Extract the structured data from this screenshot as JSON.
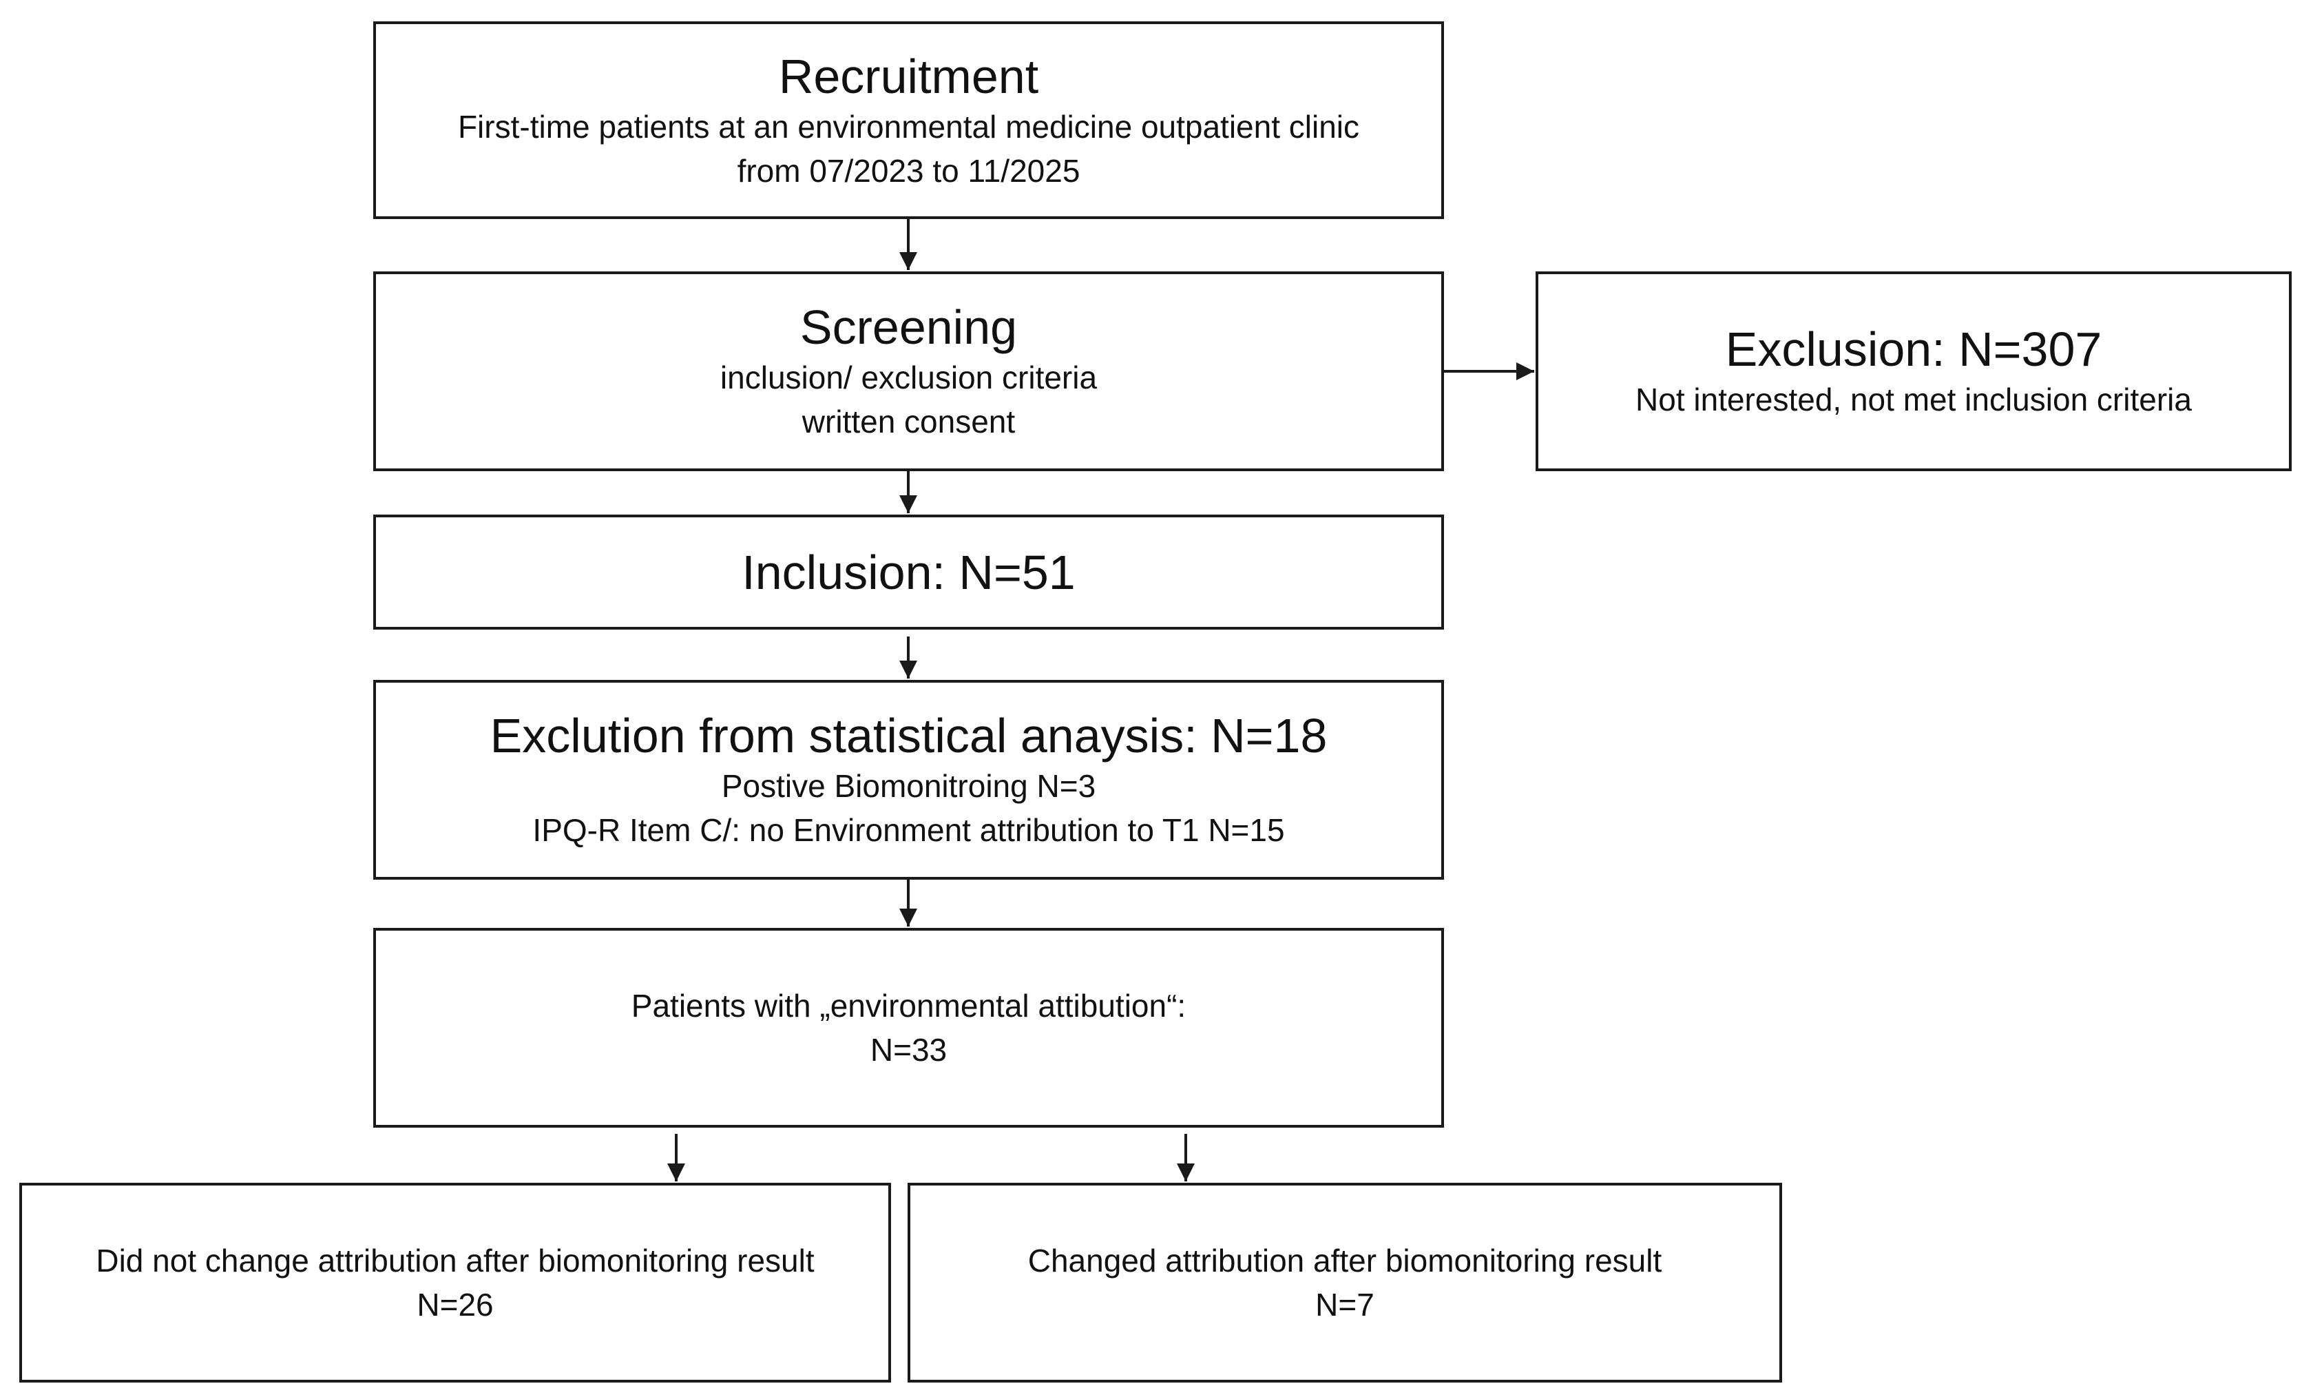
{
  "recruitment": {
    "title": "Recruitment",
    "lines": [
      "First-time patients at an environmental medicine outpatient clinic",
      "from 07/2023 to 11/2025"
    ]
  },
  "screening": {
    "title": "Screening",
    "lines": [
      "inclusion/ exclusion criteria",
      "written consent"
    ]
  },
  "exclusion": {
    "title": "Exclusion: N=307",
    "lines": [
      "Not interested, not met inclusion criteria"
    ]
  },
  "inclusion": {
    "title": "Inclusion: N=51"
  },
  "exclusion_statistical": {
    "title": "Exclution from statistical anaysis: N=18",
    "lines": [
      "Postive Biomonitroing N=3",
      "IPQ-R Item C/: no Environment attribution to T1 N=15"
    ]
  },
  "patients": {
    "lines": [
      "Patients with „environmental attibution“:",
      "N=33"
    ]
  },
  "no_change": {
    "lines": [
      "Did not change attribution after biomonitoring result",
      "N=26"
    ]
  },
  "changed": {
    "lines": [
      "Changed attribution after biomonitoring result",
      "N=7"
    ]
  }
}
